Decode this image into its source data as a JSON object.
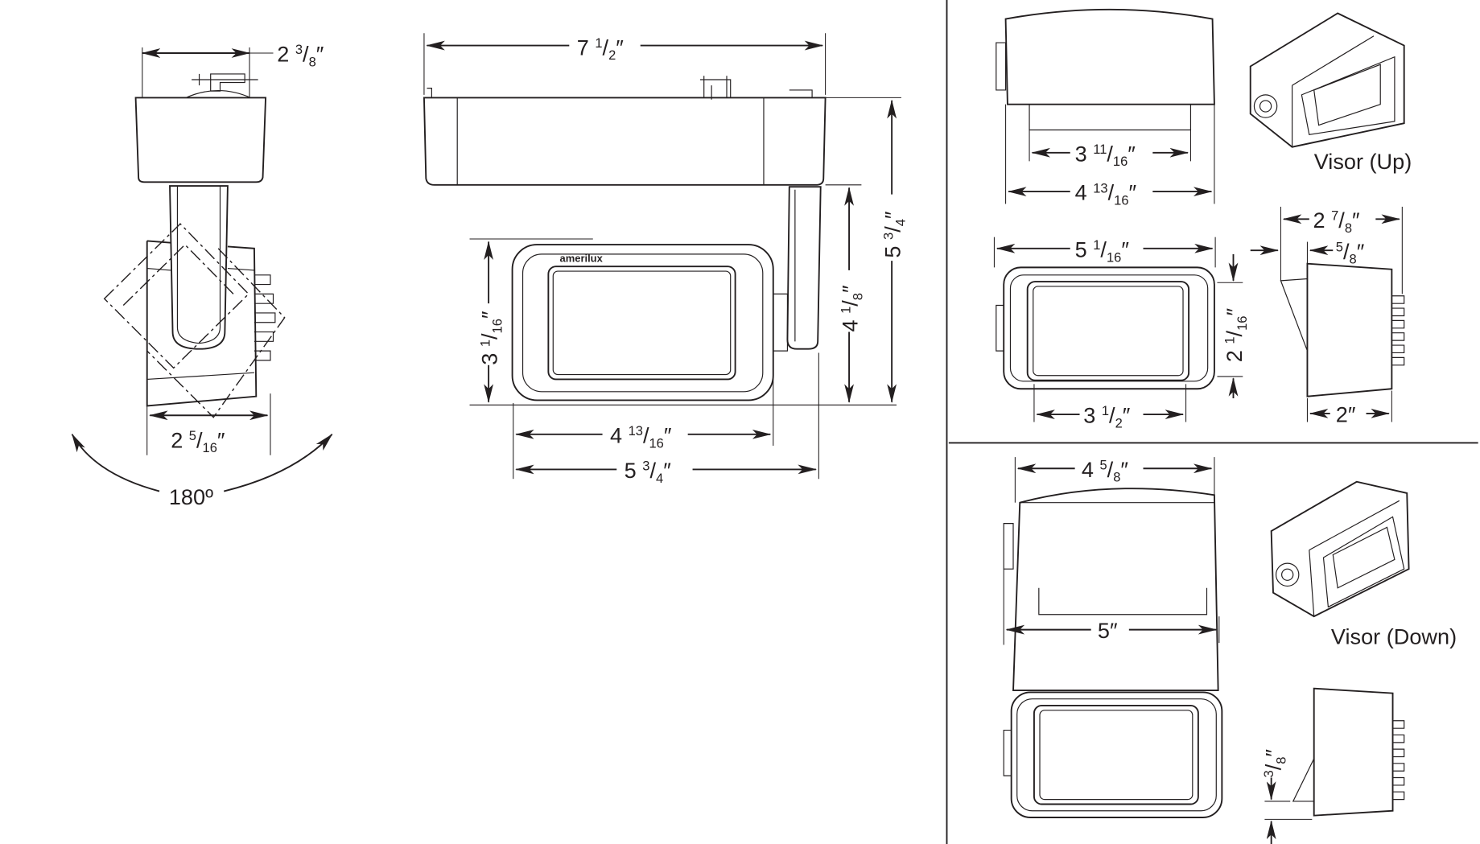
{
  "brand_logo": "amerilux",
  "dims": {
    "adapter_width": {
      "whole": "2",
      "num": "3",
      "den": "8",
      "unit": "″"
    },
    "overall_length": {
      "whole": "7",
      "num": "1",
      "den": "2",
      "unit": "″"
    },
    "overall_height": {
      "whole": "5",
      "num": "3",
      "den": "4",
      "unit": "″"
    },
    "arm_height": {
      "whole": "4",
      "num": "1",
      "den": "8",
      "unit": "″"
    },
    "head_height": {
      "whole": "3",
      "num": "1",
      "den": "16",
      "unit": "″"
    },
    "head_width": {
      "whole": "4",
      "num": "13",
      "den": "16",
      "unit": "″"
    },
    "head_depth_total": {
      "whole": "5",
      "num": "3",
      "den": "4",
      "unit": "″"
    },
    "front_head_width": {
      "whole": "2",
      "num": "5",
      "den": "16",
      "unit": "″"
    },
    "rotation": {
      "whole": "180º",
      "num": "",
      "den": "",
      "unit": ""
    },
    "visor_up_inner": {
      "whole": "3",
      "num": "11",
      "den": "16",
      "unit": "″"
    },
    "visor_up_outer": {
      "whole": "4",
      "num": "13",
      "den": "16",
      "unit": "″"
    },
    "visor_up_front_width": {
      "whole": "5",
      "num": "1",
      "den": "16",
      "unit": "″"
    },
    "visor_up_side_depth": {
      "whole": "2",
      "num": "7",
      "den": "8",
      "unit": "″"
    },
    "visor_up_offset": {
      "whole": "",
      "num": "5",
      "den": "8",
      "unit": "″"
    },
    "visor_up_front_height": {
      "whole": "2",
      "num": "1",
      "den": "16",
      "unit": "″"
    },
    "visor_up_lens_width": {
      "whole": "3",
      "num": "1",
      "den": "2",
      "unit": "″"
    },
    "visor_up_body_depth": {
      "whole": "2″",
      "num": "",
      "den": "",
      "unit": ""
    },
    "visor_down_top": {
      "whole": "4",
      "num": "5",
      "den": "8",
      "unit": "″"
    },
    "visor_down_bottom": {
      "whole": "5″",
      "num": "",
      "den": "",
      "unit": ""
    },
    "visor_down_offset": {
      "whole": "",
      "num": "3",
      "den": "8",
      "unit": "″"
    }
  },
  "labels": {
    "visor_up": "Visor (Up)",
    "visor_down": "Visor (Down)"
  }
}
